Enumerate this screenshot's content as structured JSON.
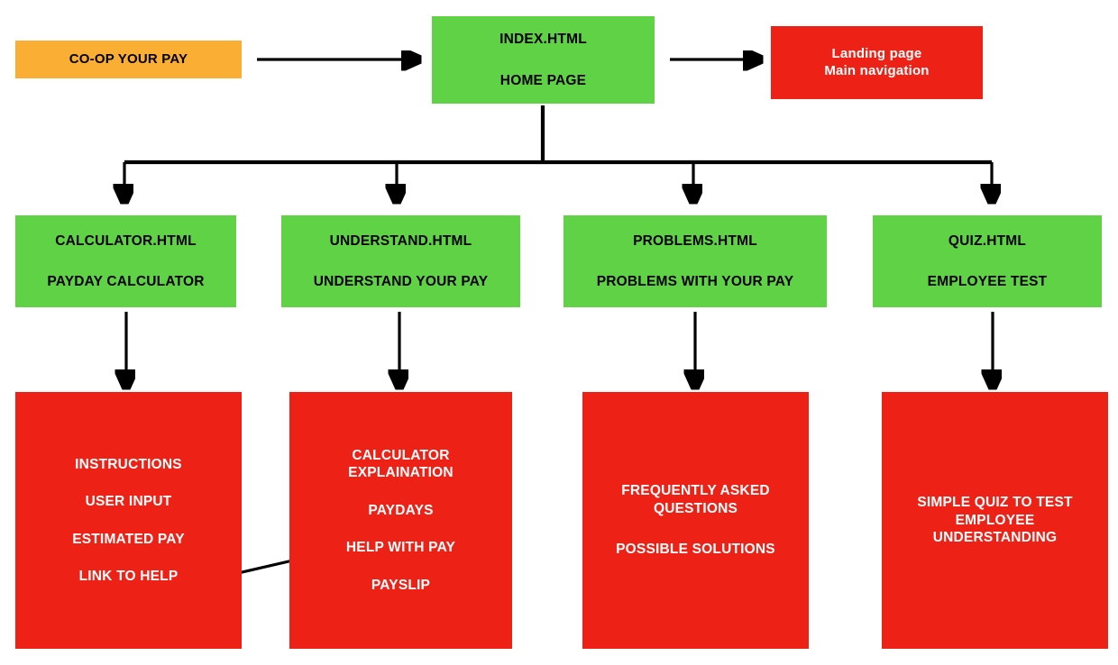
{
  "diagram": {
    "title": "Co-op Your Pay site map",
    "colors": {
      "orange": "#fbae34",
      "green": "#5fd246",
      "red": "#ee2117",
      "edge": "#000000",
      "text_dark": "#000000",
      "text_light": "#ffffff"
    }
  },
  "nodes": {
    "root": {
      "label": "CO-OP YOUR PAY"
    },
    "home": {
      "file": "INDEX.HTML",
      "title": "HOME PAGE"
    },
    "home_note": {
      "line1": "Landing page",
      "line2": "Main navigation"
    },
    "calculator": {
      "file": "CALCULATOR.HTML",
      "title": "PAYDAY CALCULATOR"
    },
    "understand": {
      "file": "UNDERSTAND.HTML",
      "title": "UNDERSTAND YOUR PAY"
    },
    "problems": {
      "file": "PROBLEMS.HTML",
      "title": "PROBLEMS WITH YOUR PAY"
    },
    "quiz": {
      "file": "QUIZ.HTML",
      "title": "EMPLOYEE TEST"
    },
    "calculator_content": {
      "items": [
        "INSTRUCTIONS",
        "USER INPUT",
        "ESTIMATED PAY",
        "LINK TO HELP"
      ]
    },
    "understand_content": {
      "items": [
        "CALCULATOR\nEXPLAINATION",
        "PAYDAYS",
        "HELP WITH PAY",
        "PAYSLIP"
      ]
    },
    "problems_content": {
      "items": [
        "FREQUENTLY ASKED\nQUESTIONS",
        "POSSIBLE SOLUTIONS"
      ]
    },
    "quiz_content": {
      "items": [
        "SIMPLE QUIZ TO TEST\nEMPLOYEE\nUNDERSTANDING"
      ]
    }
  },
  "edges": [
    {
      "name": "root-to-home",
      "kind": "arrow-right"
    },
    {
      "name": "home-to-note",
      "kind": "arrow-right"
    },
    {
      "name": "home-to-children",
      "kind": "tree-split"
    },
    {
      "name": "calculator-to-content",
      "kind": "arrow-down"
    },
    {
      "name": "understand-to-content",
      "kind": "arrow-down"
    },
    {
      "name": "problems-to-content",
      "kind": "arrow-down"
    },
    {
      "name": "quiz-to-content",
      "kind": "arrow-down"
    },
    {
      "name": "link-to-help-to-help-with-pay",
      "kind": "arrow-diagonal"
    }
  ]
}
